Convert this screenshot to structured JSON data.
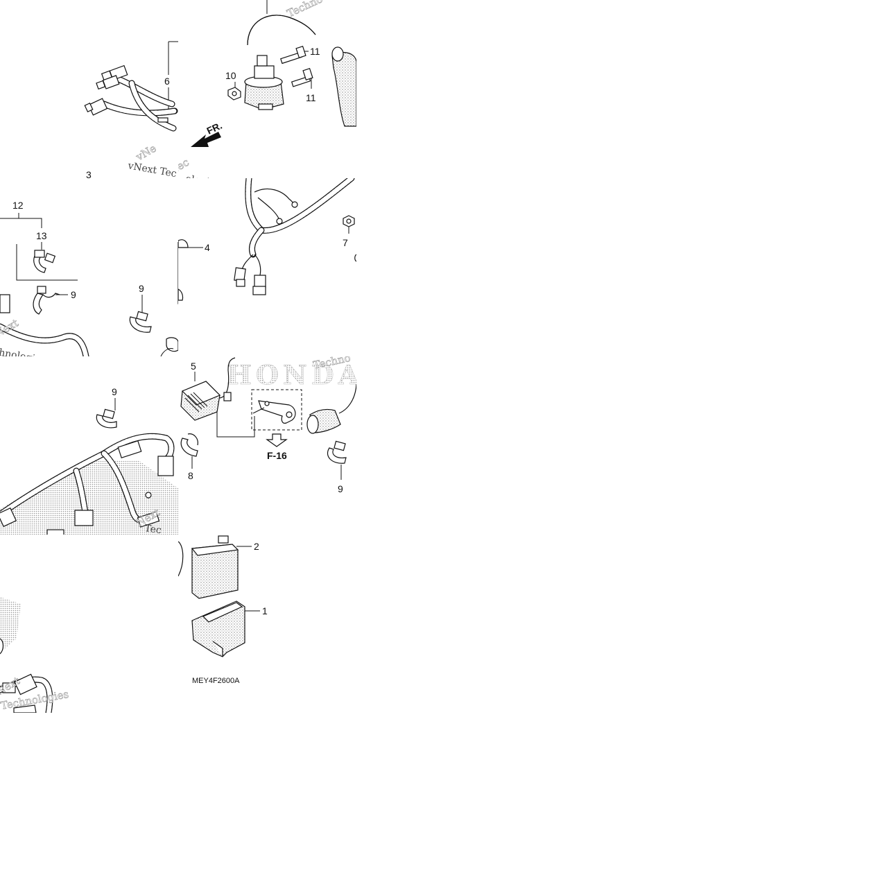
{
  "callouts": {
    "c1": "1",
    "c2": "2",
    "c3": "3",
    "c4": "4",
    "c5": "5",
    "c6": "6",
    "c7": "7",
    "c8": "8",
    "c9a": "9",
    "c9b": "9",
    "c9c": "9",
    "c9d": "9",
    "c10": "10",
    "c11a": "11",
    "c11b": "11",
    "c12": "12",
    "c13": "13"
  },
  "direction_marker": "FR.",
  "reference_page": "F-16",
  "diagram_code": "MEY4F2600A",
  "watermarks": {
    "w1": "vNext Tec",
    "w2": "ologies",
    "w3": "Techno",
    "w4": "Next",
    "w5": "chnologies",
    "w6": "vNe",
    "w7": "Tec",
    "w8": "Techno",
    "w9": "Next",
    "w10": "Technologies"
  },
  "brand_watermark": "HONDA",
  "colors": {
    "ink": "#111111",
    "paper": "#ffffff",
    "stipple": "#777777"
  }
}
